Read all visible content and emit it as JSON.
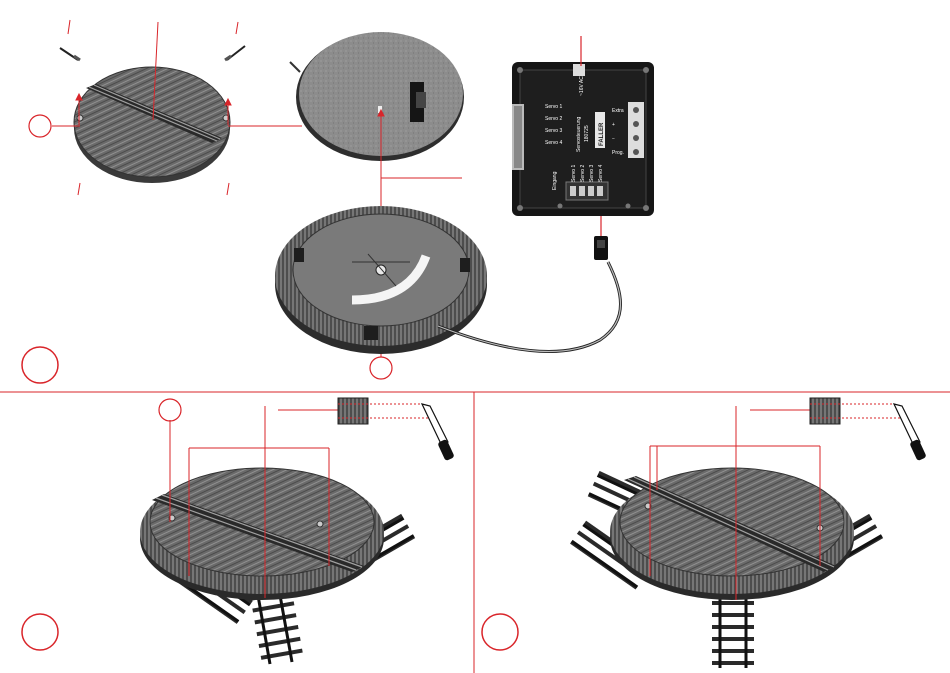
{
  "colors": {
    "accent_red": "#d9252a",
    "wood_dark": "#4a4a4a",
    "wood_mid": "#7d7d7d",
    "wood_light": "#bdbdbd",
    "module_body": "#161616"
  },
  "module": {
    "brand": "FALLER",
    "part_no": "180725",
    "title": "Servosteuerung",
    "servo_labels": [
      "Servo 1",
      "Servo 2",
      "Servo 3",
      "Servo 4"
    ],
    "output_labels": [
      "Servo 1",
      "Servo 2",
      "Servo 3",
      "Servo 4"
    ],
    "power_labels": [
      "Extra",
      "+",
      "−",
      "Prog."
    ],
    "input_label": "Eingang",
    "top_label": "~16V AC"
  },
  "icons": [
    "knife-icon",
    "glue-block-icon",
    "turntable-icon",
    "servo-module-icon",
    "cable-icon",
    "track-icon"
  ]
}
